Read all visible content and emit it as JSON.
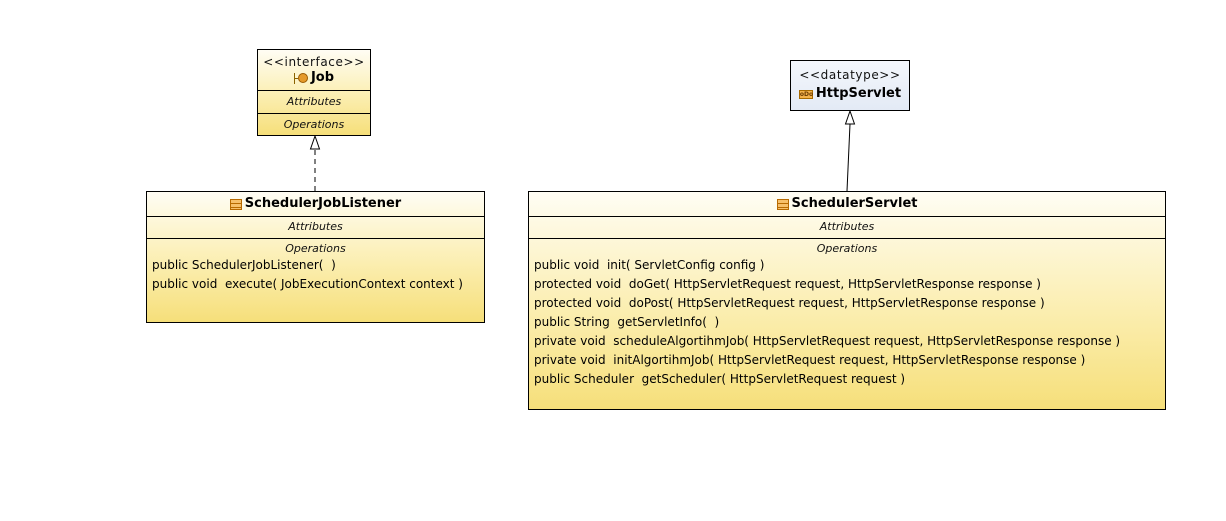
{
  "job": {
    "stereotype": "<<interface>>",
    "name": "Job",
    "attributes_caption": "Attributes",
    "operations_caption": "Operations"
  },
  "httpservlet": {
    "stereotype": "<<datatype>>",
    "name": "HttpServlet",
    "icon_text": "oDo"
  },
  "listener": {
    "name": "SchedulerJobListener",
    "attributes_caption": "Attributes",
    "operations_caption": "Operations",
    "operations": [
      "public SchedulerJobListener(  )",
      "public void  execute( JobExecutionContext context )"
    ]
  },
  "servlet": {
    "name": "SchedulerServlet",
    "attributes_caption": "Attributes",
    "operations_caption": "Operations",
    "operations": [
      "public void  init( ServletConfig config )",
      "protected void  doGet( HttpServletRequest request, HttpServletResponse response )",
      "protected void  doPost( HttpServletRequest request, HttpServletResponse response )",
      "public String  getServletInfo(  )",
      "private void  scheduleAlgortihmJob( HttpServletRequest request, HttpServletResponse response )",
      "private void  initAlgortihmJob( HttpServletRequest request, HttpServletResponse response )",
      "public Scheduler  getScheduler( HttpServletRequest request )"
    ]
  }
}
